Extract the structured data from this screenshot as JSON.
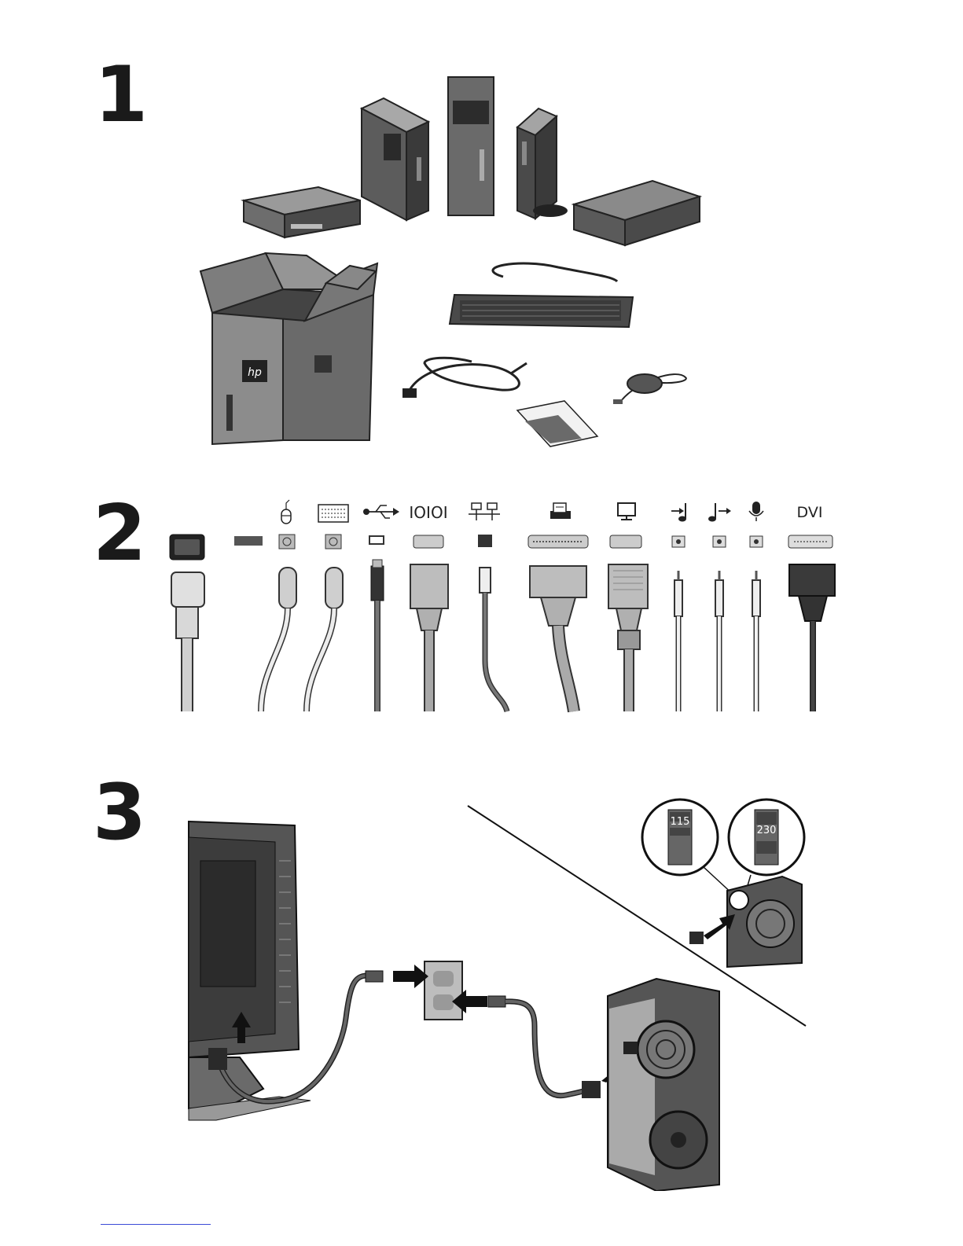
{
  "steps": [
    {
      "number": "1"
    },
    {
      "number": "2"
    },
    {
      "number": "3"
    }
  ],
  "box": {
    "brand": "hp"
  },
  "ports": [
    {
      "id": "power",
      "icon": ""
    },
    {
      "id": "voltage-switch",
      "icon": ""
    },
    {
      "id": "mouse",
      "icon": "mouse-icon"
    },
    {
      "id": "keyboard",
      "icon": "keyboard-icon"
    },
    {
      "id": "usb",
      "icon": "usb-icon"
    },
    {
      "id": "serial",
      "icon": "serial-icon",
      "label": "IOIOI"
    },
    {
      "id": "network",
      "icon": "network-icon"
    },
    {
      "id": "printer",
      "icon": "printer-icon"
    },
    {
      "id": "monitor",
      "icon": "monitor-icon"
    },
    {
      "id": "line-in",
      "icon": "line-in-icon"
    },
    {
      "id": "line-out",
      "icon": "line-out-icon"
    },
    {
      "id": "microphone",
      "icon": "microphone-icon"
    },
    {
      "id": "dvi",
      "icon": "",
      "label": "DVI"
    }
  ],
  "voltage": {
    "low": "115",
    "high": "230"
  }
}
